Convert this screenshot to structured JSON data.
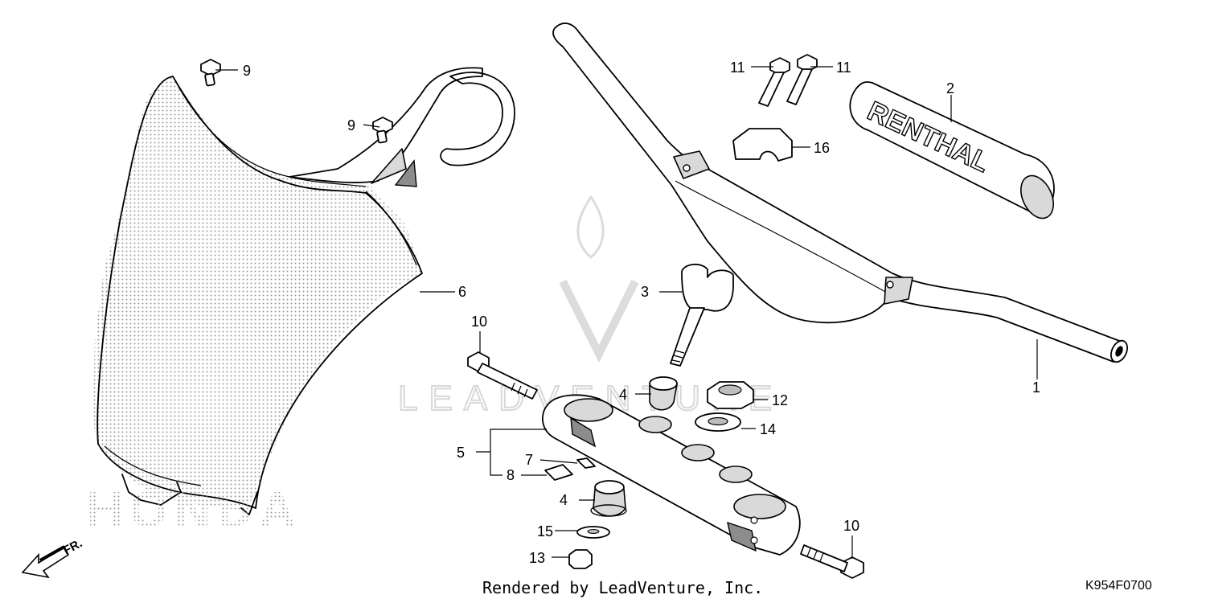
{
  "diagram": {
    "watermark_text": "LEADVENTURE",
    "brand_text": "HONDA",
    "direction_label": "FR.",
    "grip_print": "RENTHAL",
    "credit": "Rendered by LeadVenture, Inc.",
    "code": "K954F0700",
    "callouts": [
      {
        "id": "c1",
        "label": "1"
      },
      {
        "id": "c2",
        "label": "2"
      },
      {
        "id": "c3",
        "label": "3"
      },
      {
        "id": "c4a",
        "label": "4"
      },
      {
        "id": "c4b",
        "label": "4"
      },
      {
        "id": "c5",
        "label": "5"
      },
      {
        "id": "c6",
        "label": "6"
      },
      {
        "id": "c7",
        "label": "7"
      },
      {
        "id": "c8",
        "label": "8"
      },
      {
        "id": "c9a",
        "label": "9"
      },
      {
        "id": "c9b",
        "label": "9"
      },
      {
        "id": "c10a",
        "label": "10"
      },
      {
        "id": "c10b",
        "label": "10"
      },
      {
        "id": "c11a",
        "label": "11"
      },
      {
        "id": "c11b",
        "label": "11"
      },
      {
        "id": "c12",
        "label": "12"
      },
      {
        "id": "c13",
        "label": "13"
      },
      {
        "id": "c14",
        "label": "14"
      },
      {
        "id": "c15",
        "label": "15"
      },
      {
        "id": "c16",
        "label": "16"
      }
    ]
  }
}
